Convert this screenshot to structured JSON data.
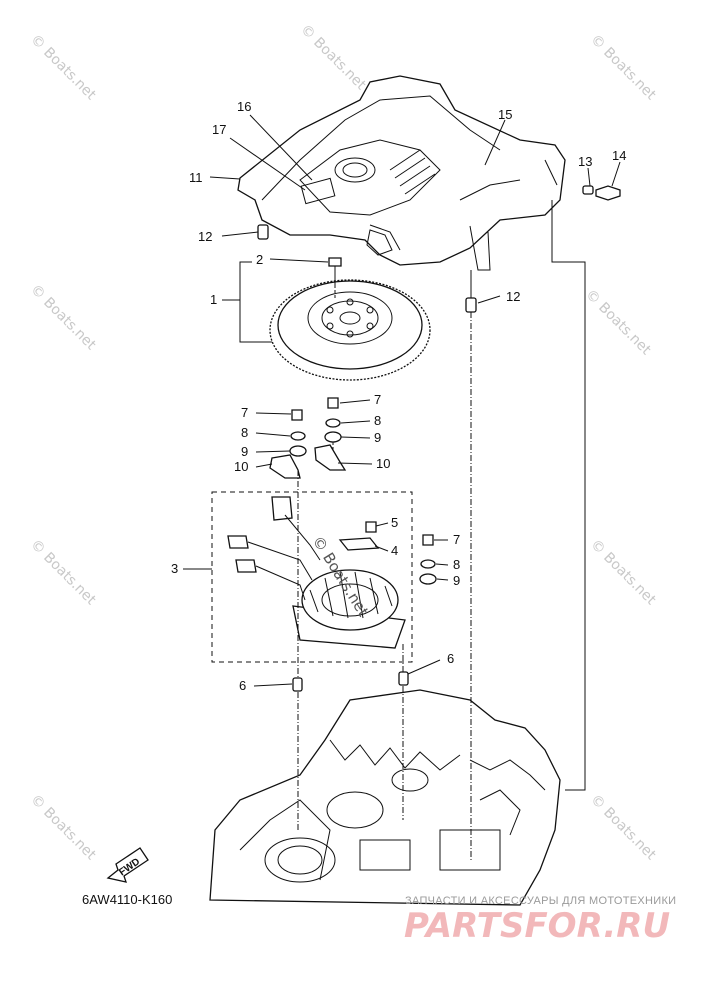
{
  "diagram": {
    "callouts": {
      "c1": "1",
      "c2": "2",
      "c3": "3",
      "c4": "4",
      "c5": "5",
      "c6a": "6",
      "c6b": "6",
      "c7a": "7",
      "c7b": "7",
      "c7c": "7",
      "c8a": "8",
      "c8b": "8",
      "c8c": "8",
      "c9a": "9",
      "c9b": "9",
      "c9c": "9",
      "c10a": "10",
      "c10b": "10",
      "c11": "11",
      "c12a": "12",
      "c12b": "12",
      "c13": "13",
      "c14": "14",
      "c15": "15",
      "c16": "16",
      "c17": "17"
    },
    "drawing_code": "6AW4110-K160",
    "fwd_label": "FWD"
  },
  "watermark": {
    "text": "© Boats.net",
    "center_text": "© Boats.net"
  },
  "brand": {
    "tagline": "ЗАПЧАСТИ И АКСЕССУАРЫ ДЛЯ МОТОТЕХНИКИ",
    "name": "PARTSFOR.RU",
    "color": "#f2b8ba"
  }
}
